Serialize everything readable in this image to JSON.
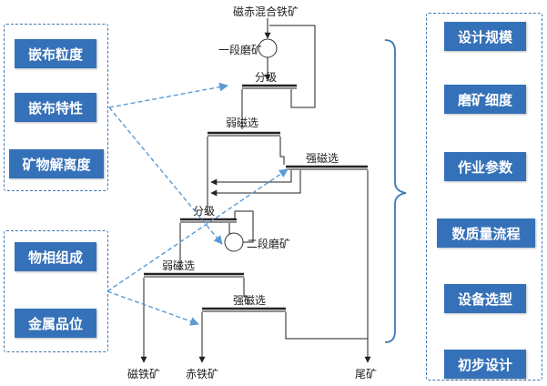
{
  "left_top_group": {
    "items": [
      "嵌布粒度",
      "嵌布特性",
      "矿物解离度"
    ]
  },
  "left_bottom_group": {
    "items": [
      "物相组成",
      "金属品位"
    ]
  },
  "right_group": {
    "items": [
      "设计规模",
      "磨矿细度",
      "作业参数",
      "数质量流程",
      "设备选型",
      "初步设计"
    ]
  },
  "flowsheet": {
    "feed": "磁赤混合铁矿",
    "grinding_1": "一段磨矿",
    "classification_1": "分级",
    "weak_mag_1": "弱磁选",
    "strong_mag_1": "强磁选",
    "classification_2": "分级",
    "grinding_2": "二段磨矿",
    "weak_mag_2": "弱磁选",
    "strong_mag_2": "强磁选",
    "product_magnetite": "磁铁矿",
    "product_hematite": "赤铁矿",
    "product_tailings": "尾矿"
  },
  "colors": {
    "panel_border": "#3e78b2",
    "button_fill": "#3571b8",
    "button_text": "#ffffff",
    "dashed_arrow": "#5b9bd5"
  }
}
